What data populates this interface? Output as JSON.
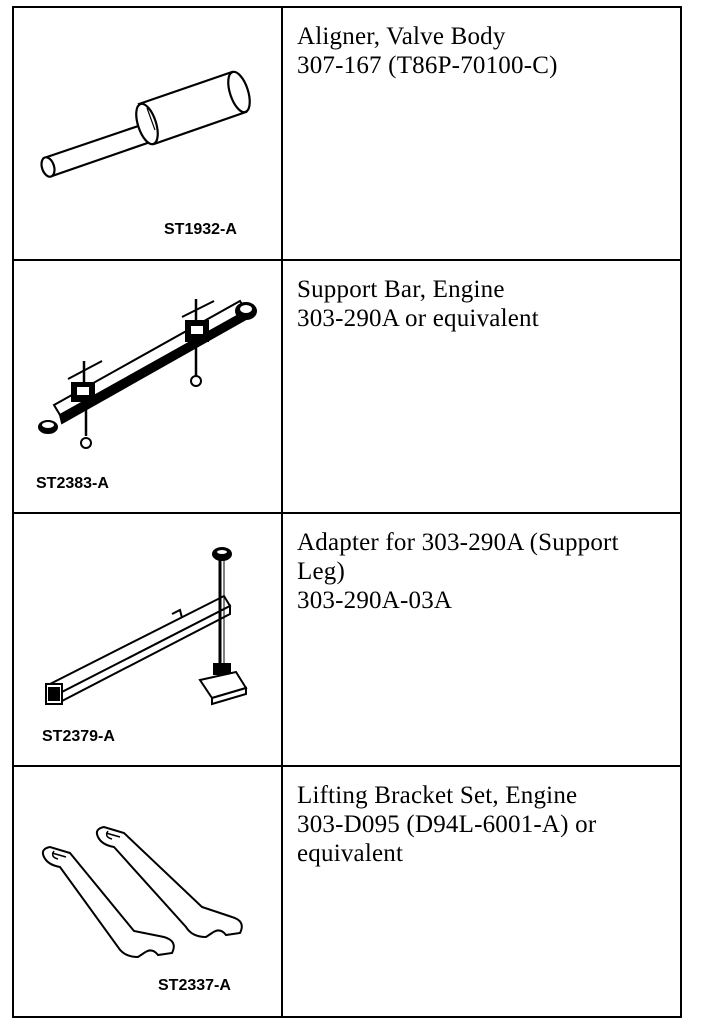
{
  "tools": [
    {
      "figure_code": "ST1932-A",
      "icon": "valve-body-aligner-icon",
      "description_lines": [
        "Aligner, Valve Body",
        "307-167 (T86P-70100-C)"
      ]
    },
    {
      "figure_code": "ST2383-A",
      "icon": "engine-support-bar-icon",
      "description_lines": [
        "Support Bar, Engine",
        "303-290A or equivalent"
      ]
    },
    {
      "figure_code": "ST2379-A",
      "icon": "support-leg-adapter-icon",
      "description_lines": [
        "Adapter for 303-290A (Support",
        "Leg)",
        "303-290A-03A"
      ]
    },
    {
      "figure_code": "ST2337-A",
      "icon": "engine-lifting-bracket-icon",
      "description_lines": [
        "Lifting Bracket Set, Engine",
        "303-D095 (D94L-6001-A) or",
        "equivalent"
      ]
    }
  ]
}
